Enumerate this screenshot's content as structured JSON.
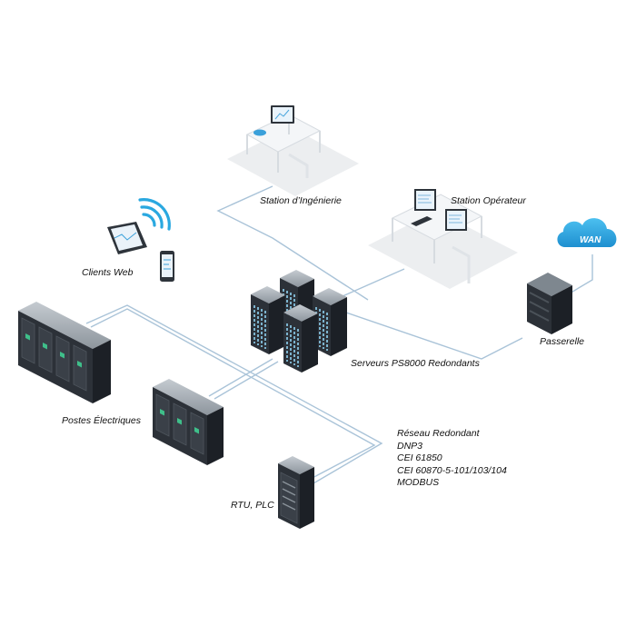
{
  "labels": {
    "station_ingenierie": "Station d’Ingénierie",
    "station_operateur": "Station Opérateur",
    "clients_web": "Clients Web",
    "wan": "WAN",
    "passerelle": "Passerelle",
    "serveurs": "Serveurs PS8000 Redondants",
    "postes_electriques": "Postes Électriques",
    "rtu_plc": "RTU, PLC"
  },
  "network": {
    "lines": [
      "Réseau Redondant",
      "DNP3",
      "CEI 61850",
      "CEI 60870-5-101/103/104",
      "MODBUS"
    ]
  },
  "colors": {
    "link": "#a9c3d8",
    "cabinet_dark": "#2c3138",
    "cabinet_side": "#1c2026",
    "cabinet_top": "#9aa2aa",
    "led_green": "#3fbf8a",
    "server_light": "#8fd3f2",
    "wan_cloud": "#2aa8e0",
    "desk_shadow": "#e8e9eb"
  }
}
